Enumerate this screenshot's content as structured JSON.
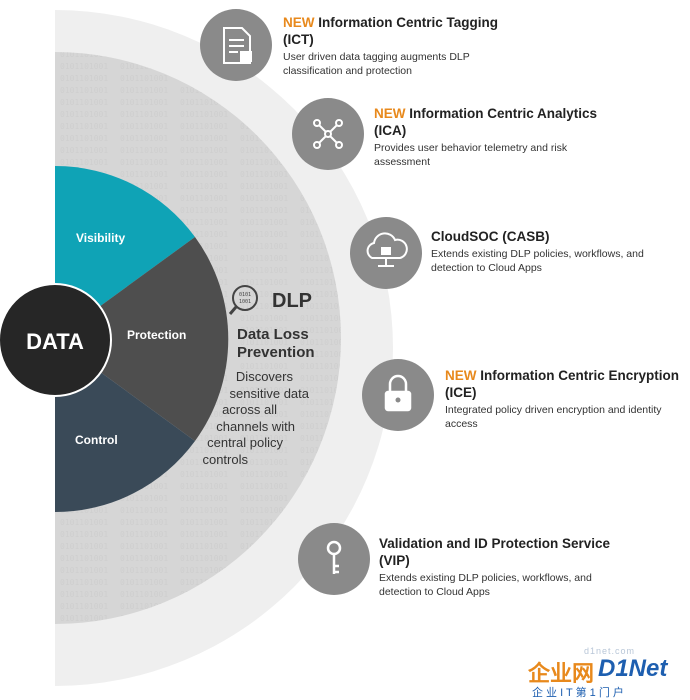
{
  "center": {
    "label": "DATA"
  },
  "segments": {
    "visibility": "Visibility",
    "protection": "Protection",
    "control": "Control"
  },
  "dlp": {
    "icon_text": "0101 1001",
    "title": "DLP",
    "subtitle_line1": "Data Loss",
    "subtitle_line2": "Prevention",
    "desc_lines": [
      "Discovers",
      "sensitive data",
      "across all",
      "channels with",
      "central policy",
      "controls"
    ]
  },
  "features": [
    {
      "icon": "document-tag-icon",
      "new": "NEW",
      "title_line1": "Information Centric Tagging",
      "title_line2": "(ICT)",
      "desc_line1": "User driven data tagging augments DLP",
      "desc_line2": "classification and protection"
    },
    {
      "icon": "analytics-network-icon",
      "new": "NEW",
      "title_line1": "Information Centric Analytics",
      "title_line2": "(ICA)",
      "desc_line1": "Provides user behavior telemetry and risk",
      "desc_line2": "assessment"
    },
    {
      "icon": "cloud-lock-icon",
      "new": "",
      "title_line1": "CloudSOC (CASB)",
      "title_line2": "",
      "desc_line1": "Extends existing DLP policies, workflows, and",
      "desc_line2": "detection to Cloud Apps"
    },
    {
      "icon": "padlock-icon",
      "new": "NEW",
      "title_line1": "Information Centric Encryption",
      "title_line2": "(ICE)",
      "desc_line1": "Integrated policy driven encryption and identity",
      "desc_line2": "access"
    },
    {
      "icon": "key-icon",
      "new": "",
      "title_line1": "Validation and ID Protection Service",
      "title_line2": "(VIP)",
      "desc_line1": "Extends existing DLP policies, workflows, and",
      "desc_line2": "detection to Cloud Apps"
    }
  ],
  "watermark": {
    "brand_cn": "企业网",
    "brand_en": "D1Net",
    "tagline": "企 业 I T 第 1 门 户",
    "domain": "d1net.com"
  },
  "colors": {
    "visibility": "#0fa3b6",
    "protection": "#4e4e4e",
    "control": "#3a4a58",
    "center": "#262626",
    "outer_arc": "#efefef",
    "inner_arc": "#d6d6d6",
    "icon_circle": "#8a8a8a",
    "new_accent": "#e8891c"
  }
}
